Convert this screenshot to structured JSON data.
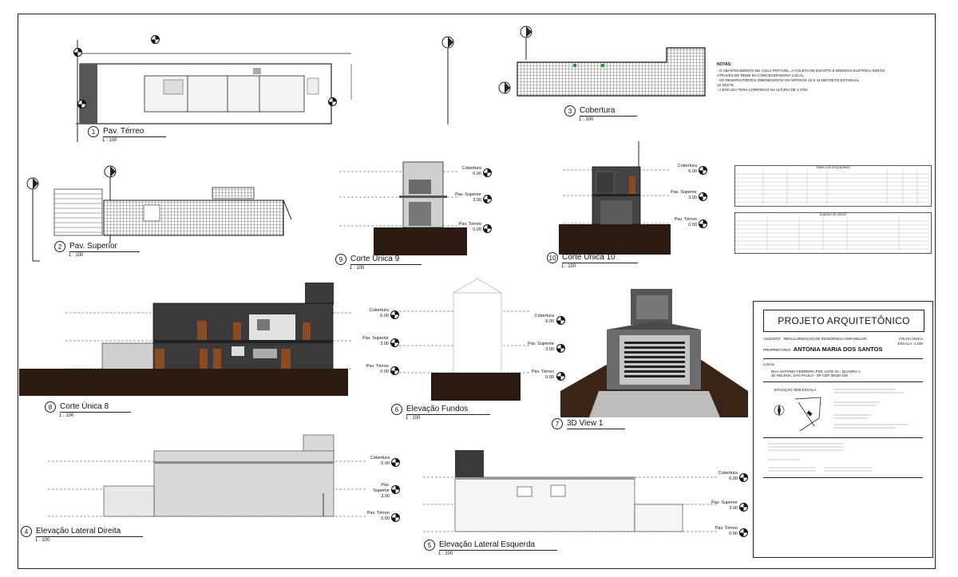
{
  "views": [
    {
      "num": "1",
      "name": "Pav. Térreo",
      "scale": "1 : 100"
    },
    {
      "num": "2",
      "name": "Pav. Superior",
      "scale": "1 : 100"
    },
    {
      "num": "3",
      "name": "Cobertura",
      "scale": "1 : 100"
    },
    {
      "num": "9",
      "name": "Corte Única 9",
      "scale": "1 : 100"
    },
    {
      "num": "10",
      "name": "Corte Única 10",
      "scale": "1 : 100"
    },
    {
      "num": "8",
      "name": "Corte Única 8",
      "scale": "1 : 100"
    },
    {
      "num": "6",
      "name": "Elevação Fundos",
      "scale": "1 : 100"
    },
    {
      "num": "7",
      "name": "3D View 1",
      "scale": ""
    },
    {
      "num": "4",
      "name": "Elevação Lateral Direita",
      "scale": "1 : 100"
    },
    {
      "num": "5",
      "name": "Elevação Lateral Esquerda",
      "scale": "1 : 100"
    }
  ],
  "levels": {
    "cobertura": {
      "name": "Cobertura",
      "value": "6.00"
    },
    "superior": {
      "name": "Pav. Superior",
      "value": "3.00"
    },
    "terreo": {
      "name": "Pav. Térreo",
      "value": "0.00"
    }
  },
  "notes": {
    "title": "NOTAS:",
    "lines": [
      "- O ABASTECIMENTO DE ÁGUA POTÁVEL, A COLETA DE ESGOTO E ENERGIA ELÉTRICA SERÃO",
      "  ATRAVÉS DE REDE DA CONCESSIONÁRIA LOCAL;",
      "- OS RESERVATÓRIOS OBEDECERÃO OS ARTIGOS 10 E 11 DECRETO ESTADUAL",
      "  12.342/78;",
      "- A ESCADA TERÁ CORRIMÃO NA ALTURA DE 1.07M."
    ]
  },
  "title_block": {
    "header": "PROJETO ARQUITETÔNICO",
    "assunto_label": "ASSUNTO",
    "assunto_value": "REGULARIZAÇÃO DE RESIDÊNCIA UNIFAMILIAR",
    "proprietario_label": "PROPRIETÁRIO",
    "proprietario_value": "ANTONIA MARIA DOS SANTOS",
    "local_label": "LOCAL",
    "local_line1": "RUA ANTONIO FERREIRA PNT, LOTE 02 - QUADRA A",
    "local_line2": "JD HELENA, SÃO PAULO - SP CEP 08430-150",
    "situacao_label": "SITUAÇÃO SEM ESCALA",
    "folha": "FOLHA ÚNICA",
    "escala": "ESCALA: 1:100"
  },
  "tables": {
    "esquadrias_title": "TABELA DE ESQUADRIAS",
    "areas_title": "QUADRO DE ÁREAS"
  },
  "colors": {
    "line": "#222222",
    "earth": "#2a1a12",
    "wall_dark": "#3a3a3a",
    "door": "#8a4b22",
    "facade_grey": "#d9d9d9"
  }
}
